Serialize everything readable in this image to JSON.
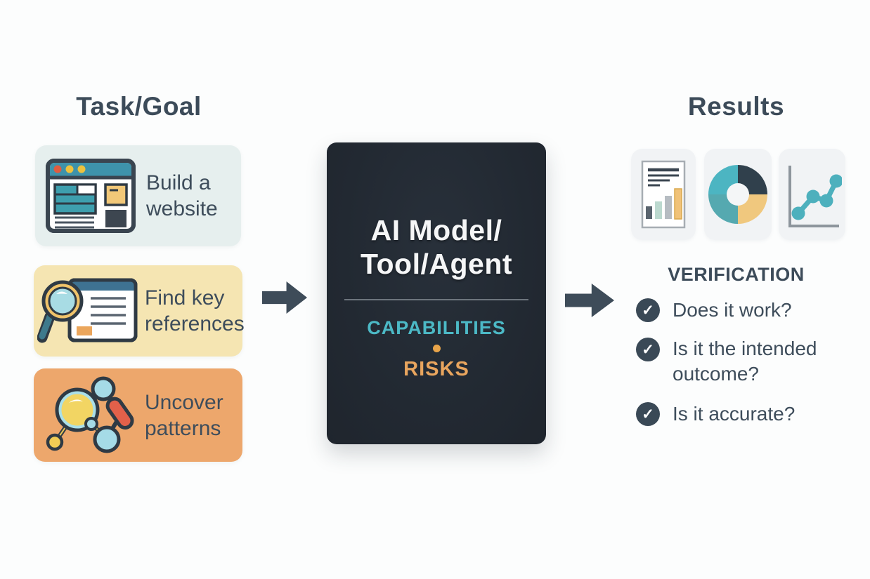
{
  "page": {
    "background": "#fcfdfd"
  },
  "left_column": {
    "heading": "Task/Goal",
    "cards": [
      {
        "icon": "browser-window-icon",
        "lines": [
          "Build a",
          "website"
        ],
        "bg": "#e6efee"
      },
      {
        "icon": "magnifier-document-icon",
        "lines": [
          "Find key",
          "references"
        ],
        "bg": "#f5e5b2"
      },
      {
        "icon": "network-graph-icon",
        "lines": [
          "Uncover",
          "patterns"
        ],
        "bg": "#eda76c"
      }
    ]
  },
  "flow": {
    "arrow_color": "#3e4c59"
  },
  "center_card": {
    "bg": "#232a33",
    "title_lines": [
      "AI Model/",
      "Tool/Agent"
    ],
    "capabilities_label": "CAPABILITIES",
    "capabilities_color": "#4cb9c6",
    "separator_dot_color": "#e8a44a",
    "risks_label": "RISKS",
    "risks_color": "#e9a55e"
  },
  "right_column": {
    "heading": "Results",
    "result_icons": [
      "report-document-icon",
      "donut-chart-icon",
      "line-chart-icon"
    ],
    "verification": {
      "heading": "VERIFICATION",
      "check_glyph": "✓",
      "items": [
        {
          "icon": "check-circle-icon",
          "text": "Does it work?"
        },
        {
          "icon": "check-circle-icon",
          "text": "Is it the intended outcome?"
        },
        {
          "icon": "check-circle-icon",
          "text": "Is it accurate?"
        }
      ]
    }
  }
}
